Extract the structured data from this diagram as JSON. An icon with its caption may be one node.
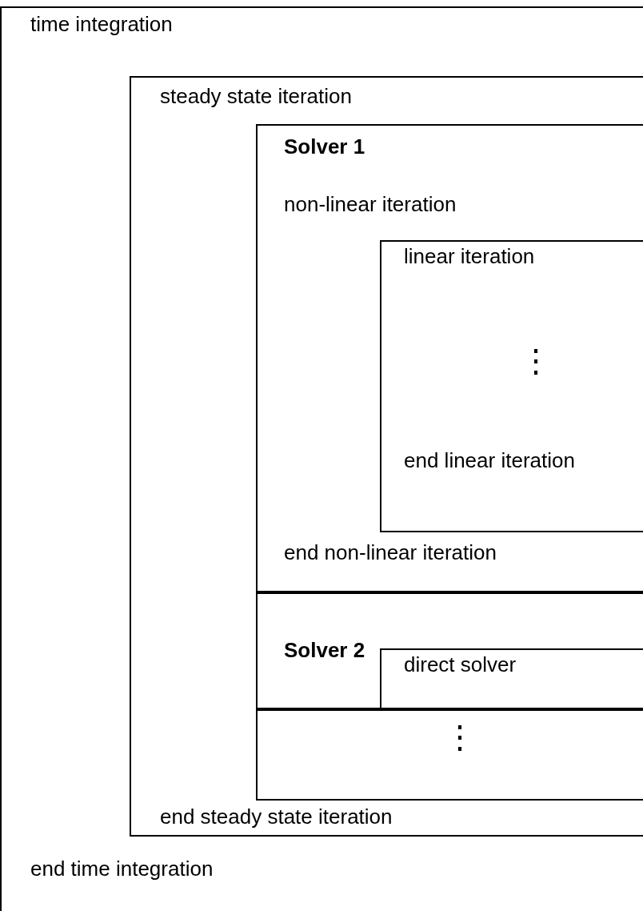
{
  "diagram": {
    "nodes": [
      {
        "text": [
          "time integration",
          "end time integration"
        ]
      },
      {
        "text": [
          "steady state iteration",
          "end steady state iteration"
        ],
        "in": 0
      },
      {
        "text": [
          "Solver 1",
          "non-linear iteration",
          "end non-linear iteration"
        ],
        "in": 1
      },
      {
        "text": [
          "linear iteration",
          "⋮",
          "end linear iteration"
        ],
        "in": 2
      },
      {
        "text": [
          "Solver 2"
        ],
        "in": 1
      },
      {
        "text": [
          "direct solver"
        ],
        "in": 4
      },
      {
        "text": [
          "⋮"
        ],
        "in": 1
      }
    ],
    "edges": []
  }
}
